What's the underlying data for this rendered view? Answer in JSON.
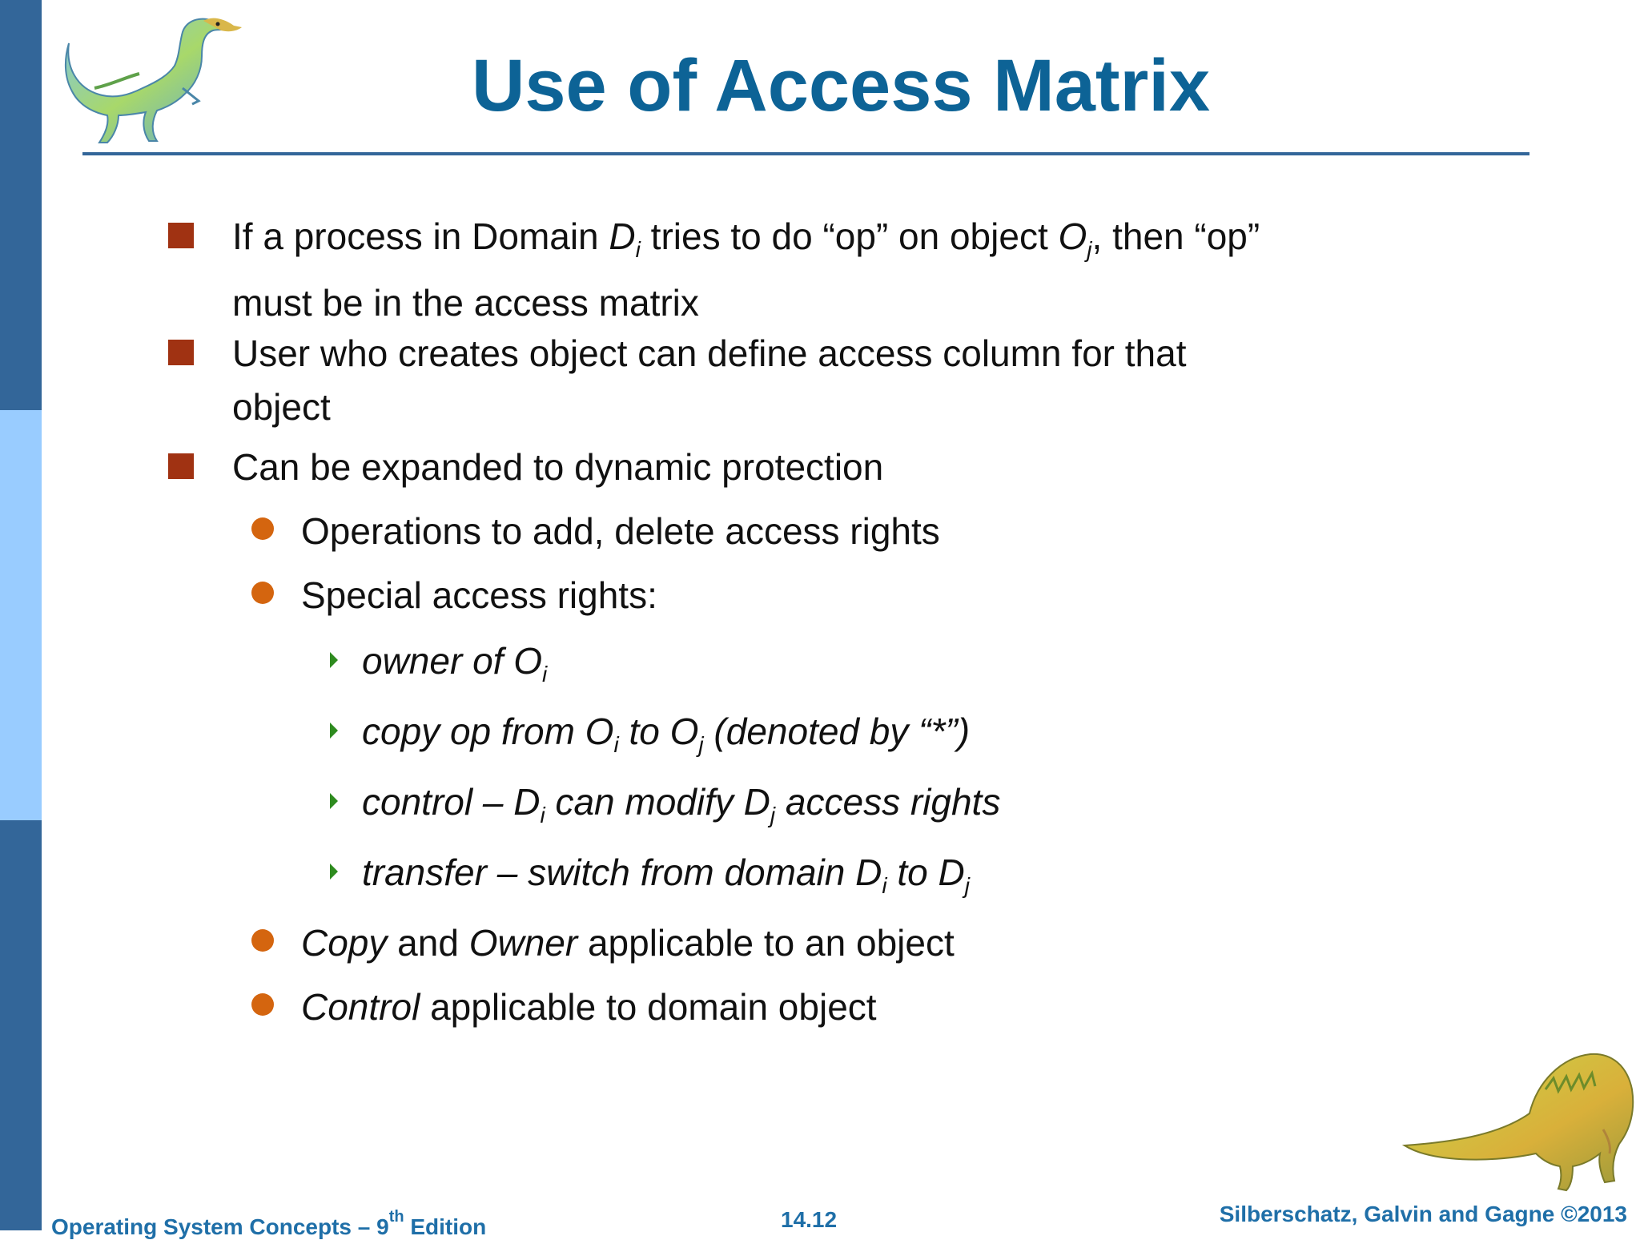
{
  "slide": {
    "title": "Use of Access Matrix",
    "bullets": {
      "b1": {
        "t1": "If a process in Domain ",
        "D": "D",
        "Di_sub": "i",
        "t2": " tries to do “op” on object ",
        "O": "O",
        "Oj_sub": "j",
        "t3": ", then “op”",
        "line2": "must be in the access matrix"
      },
      "b2": {
        "line1": "User who creates object can define access column for that",
        "line2": "object"
      },
      "b3": {
        "text": "Can be expanded to dynamic protection"
      },
      "b3a": {
        "text": "Operations to add, delete access rights"
      },
      "b3b": {
        "text": "Special access rights:"
      },
      "owner": {
        "t1": "owner of O",
        "i": "i"
      },
      "copy": {
        "t1": "copy op from O",
        "i": "i",
        "t2": " to O",
        "j": "j",
        "t3": " (denoted by “*”)"
      },
      "control": {
        "t1": "control – D",
        "i": "i",
        "t2": " can modify D",
        "j": "j",
        "t3": " access rights"
      },
      "transfer": {
        "t1": "transfer – switch from domain D",
        "i": "i",
        "t2": " to D",
        "j": "j"
      },
      "b3c": {
        "em": "Copy",
        "t1": " and ",
        "em2": "Owner",
        "t2": " applicable to an object"
      },
      "b3d": {
        "em": "Control",
        "t1": " applicable to domain object"
      }
    }
  },
  "footer": {
    "left_main": "Operating System Concepts – 9",
    "left_sup": "th",
    "left_end": " Edition",
    "page": "14.12",
    "right": "Silberschatz, Galvin and Gagne ©2013"
  },
  "colors": {
    "title": "#0d6396",
    "sidebar_dark": "#336699",
    "sidebar_light": "#99ccff",
    "bullet_square": "#a03212",
    "bullet_circle": "#d4650f",
    "bullet_arrow": "#2e8b1f",
    "footer": "#1f6fa8"
  }
}
